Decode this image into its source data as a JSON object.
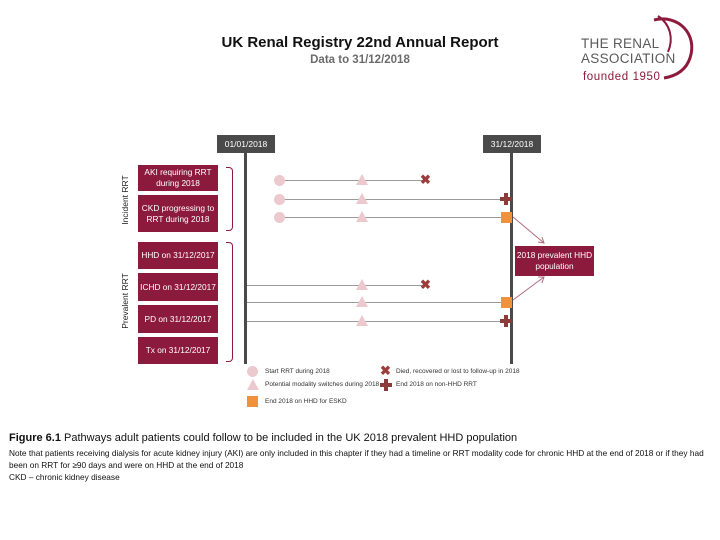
{
  "header": {
    "title": "UK Renal Registry 22nd Annual Report",
    "subtitle": "Data to 31/12/2018"
  },
  "logo": {
    "line1": "THE RENAL",
    "line2": "ASSOCIATION",
    "line3": "founded 1950"
  },
  "diagram": {
    "start_date": "01/01/2018",
    "end_date": "31/12/2018",
    "group_incident": "Incident RRT",
    "group_prevalent": "Prevalent RRT",
    "boxes": {
      "aki": "AKI requiring RRT during 2018",
      "ckd": "CKD progressing to RRT during 2018",
      "hhd": "HHD on 31/12/2017",
      "ichd": "ICHD on 31/12/2017",
      "pd": "PD on 31/12/2017",
      "tx": "Tx on 31/12/2017"
    },
    "prevalent_box": "2018 prevalent HHD population",
    "legend": {
      "start": "Start RRT during 2018",
      "switch": "Potential modality switches during 2018",
      "end_hhd": "End 2018 on HHD for ESKD",
      "died": "Died, recovered or lost to follow-up in 2018",
      "end_non_hhd": "End 2018 on non-HHD RRT"
    },
    "icons": {
      "start": "circle-icon",
      "switch": "triangle-icon",
      "died": "cross-icon",
      "end_non_hhd": "plus-icon",
      "end_hhd": "square-icon"
    },
    "colors": {
      "brand": "#8c1a3c",
      "timeline": "#4a4a4a",
      "start": "#ecc9ce",
      "switch": "#ecc9ce",
      "died": "#9e3b3b",
      "end_non_hhd": "#8c3a3a",
      "end_hhd": "#f0923c"
    }
  },
  "caption": {
    "figure_label": "Figure 6.1",
    "figure_text": " Pathways adult patients could follow to be included in the UK 2018 prevalent HHD population",
    "note": "Note that patients receiving dialysis for acute kidney injury (AKI) are only included in this chapter if they had a timeline or RRT modality code for chronic HHD at the end of 2018 or if they had been on RRT for ≥90 days and were on HHD at the end of 2018",
    "ckd": "CKD – chronic kidney disease"
  }
}
